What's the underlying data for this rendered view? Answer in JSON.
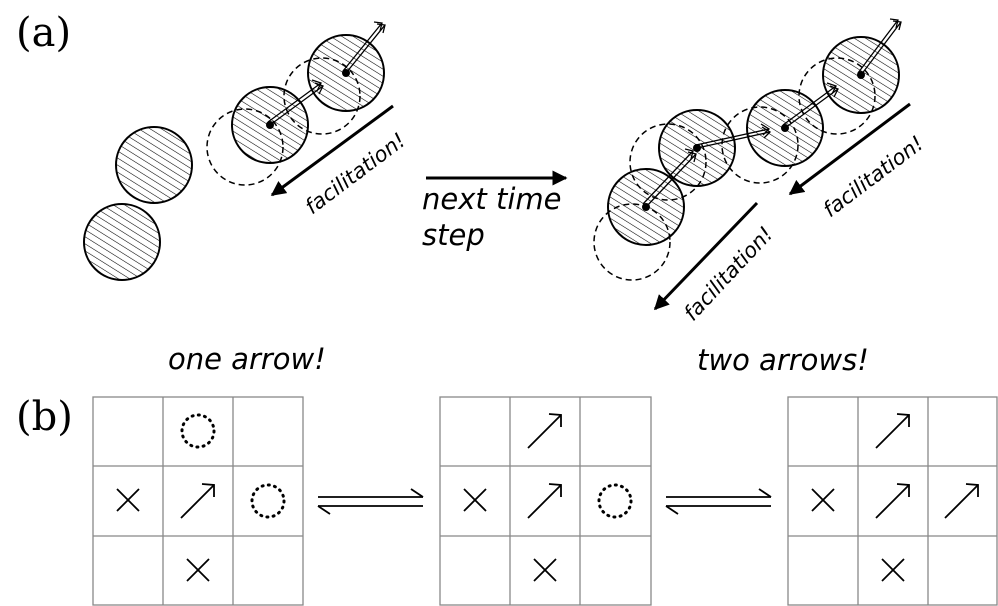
{
  "panel_a": {
    "label": "(a)",
    "step_label_line1": "next time",
    "step_label_line2": "step",
    "facilitation_label": "facilitation!",
    "caption_left": "one arrow!",
    "caption_right": "two arrows!"
  },
  "panel_b": {
    "label": "(b)"
  },
  "colors": {
    "ink": "#000000",
    "grid": "#888888",
    "background": "#ffffff"
  },
  "icons": {
    "empty_site": "dotted-circle-icon",
    "blocked_site": "cross-icon",
    "active_particle": "diagonal-arrow-icon"
  }
}
